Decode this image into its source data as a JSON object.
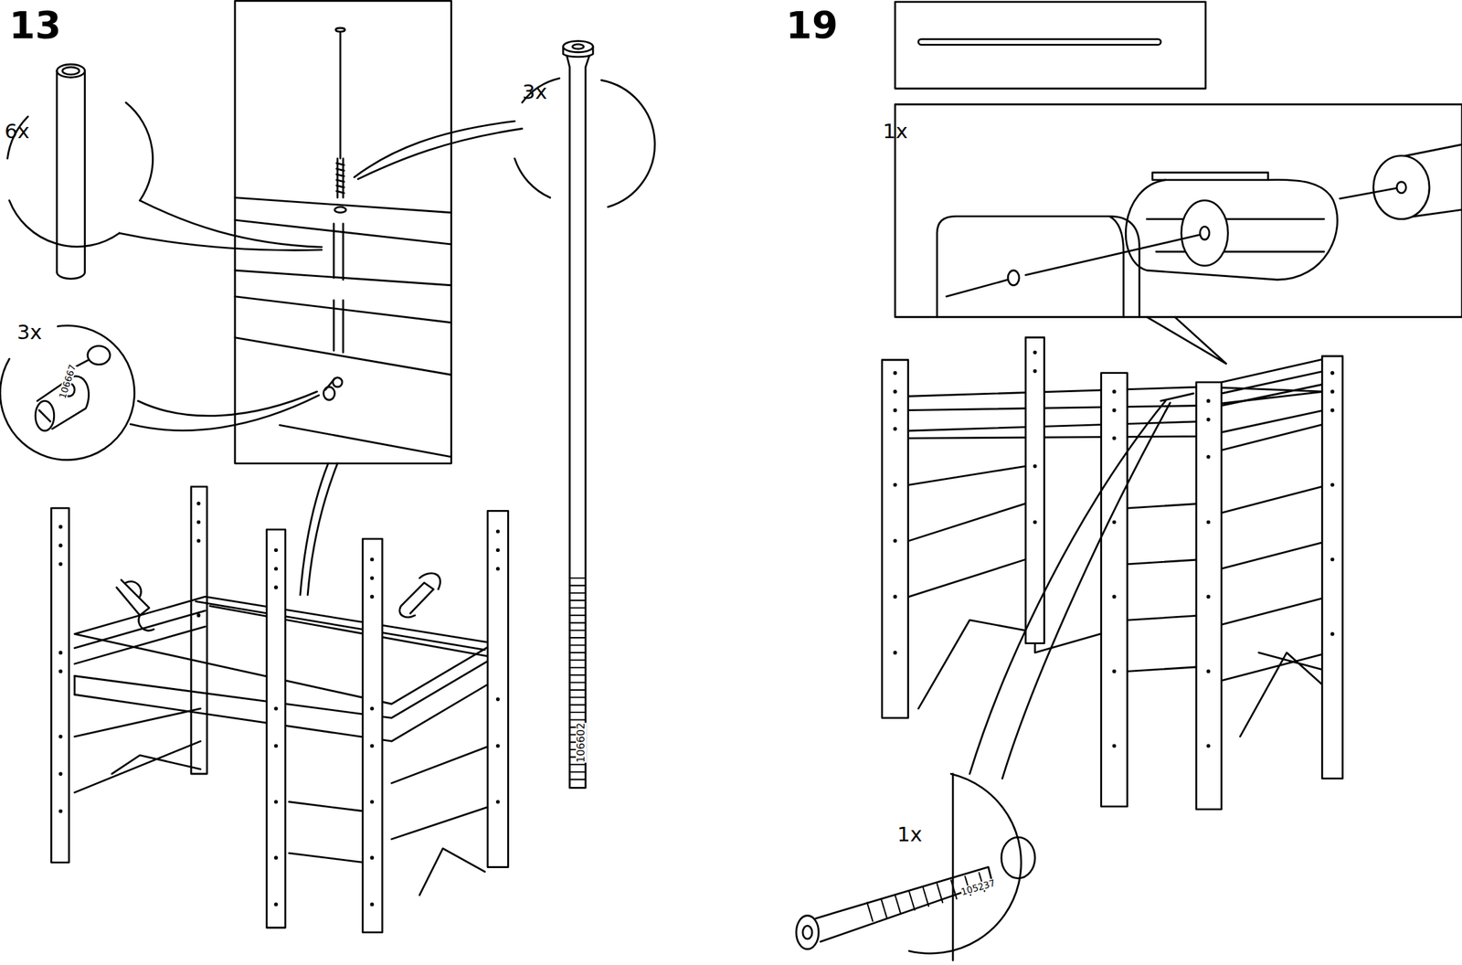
{
  "diagram": {
    "labels": [
      "13",
      "6x",
      "3x",
      "3x",
      "106667",
      "106602",
      "19",
      "1x",
      "1x",
      "105237"
    ]
  }
}
